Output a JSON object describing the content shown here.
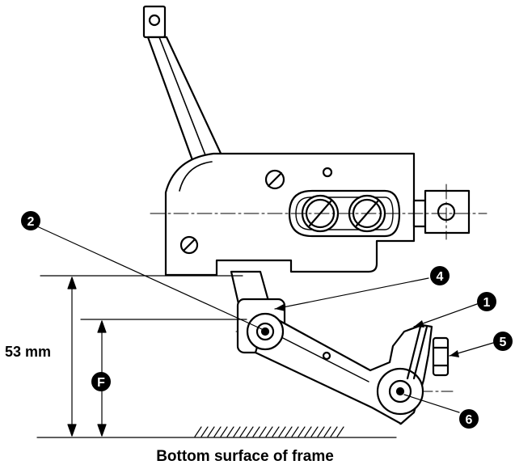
{
  "dimensions": {
    "total_height": "53 mm",
    "adjust_label": "F"
  },
  "callouts": {
    "c1": "1",
    "c2": "2",
    "c4": "4",
    "c5": "5",
    "c6": "6"
  },
  "caption": "Bottom surface of frame",
  "colors": {
    "ink": "#000000",
    "paper": "#ffffff"
  }
}
